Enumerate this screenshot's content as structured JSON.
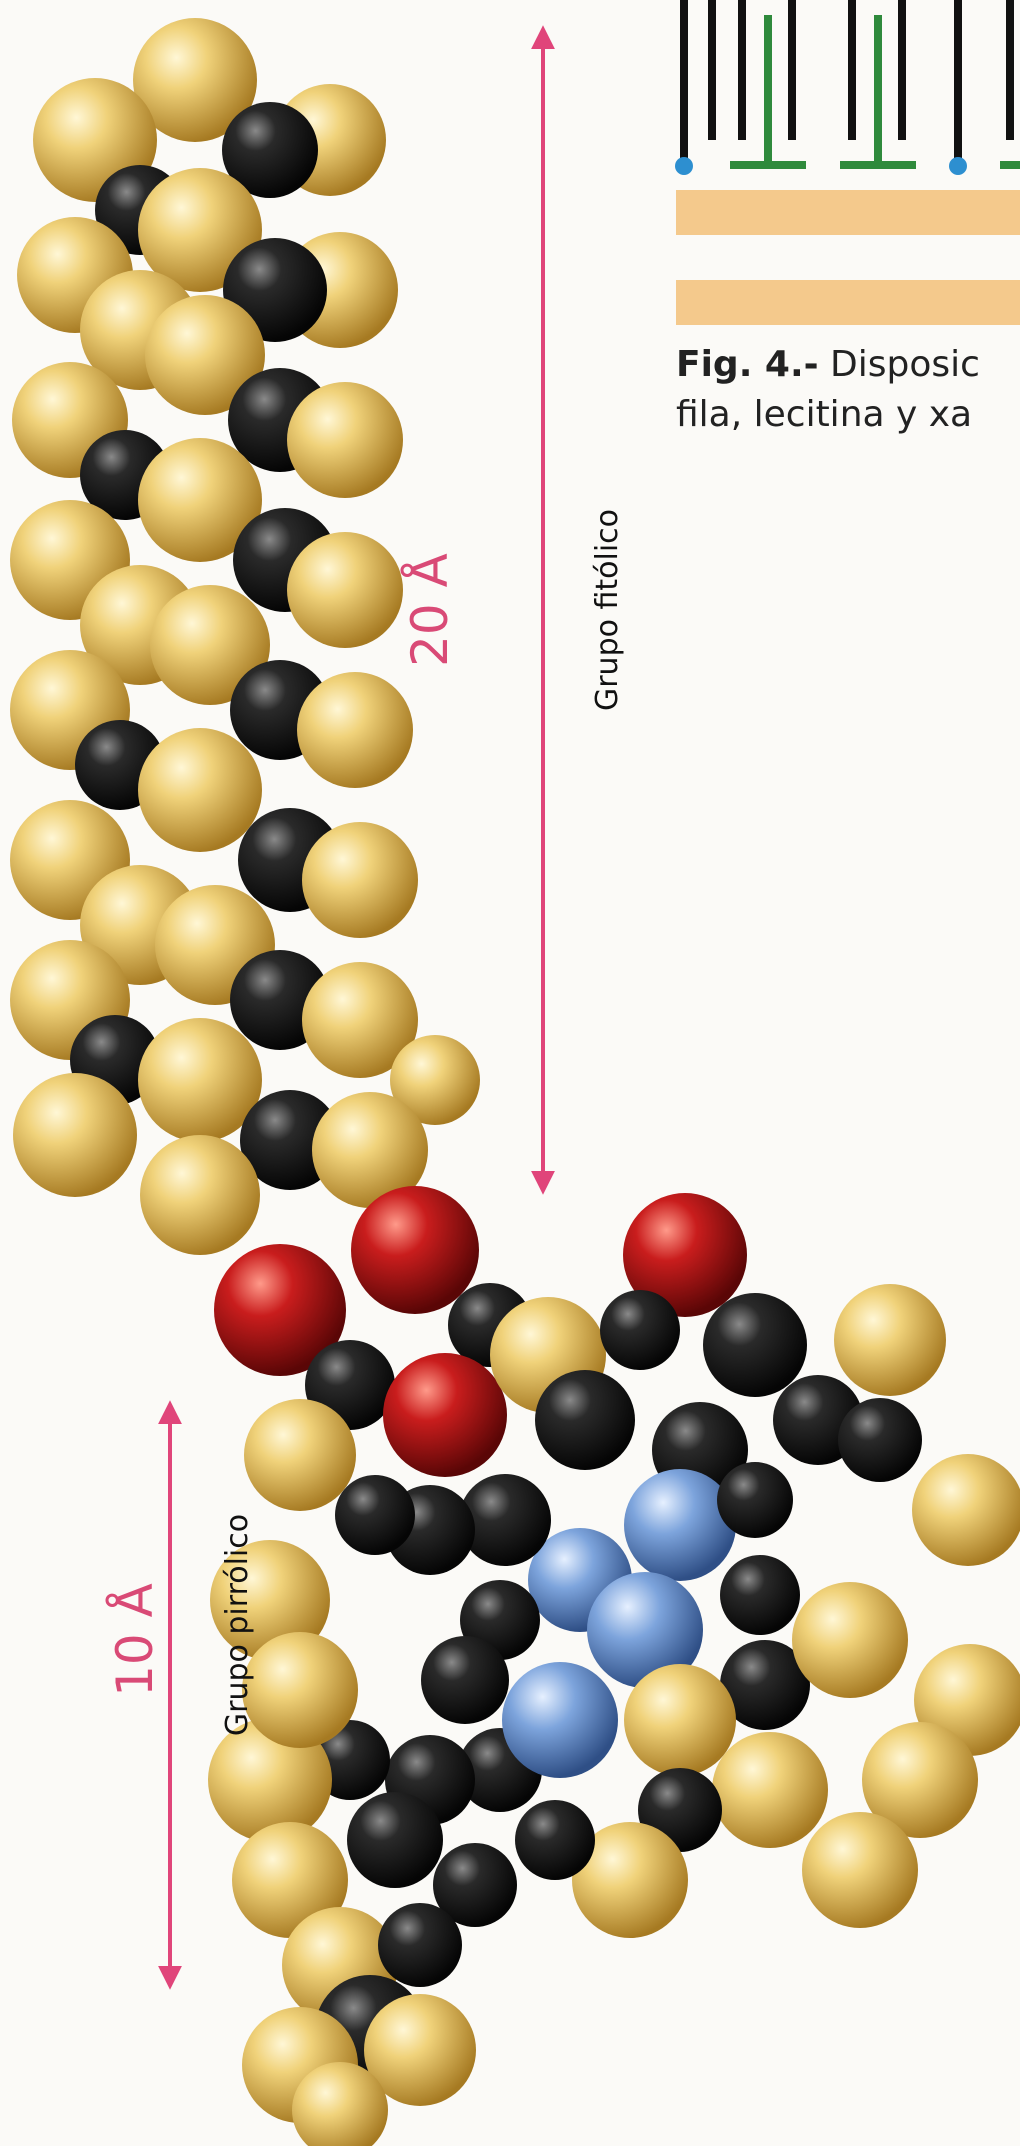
{
  "labels": {
    "dimension_20": "20 Å",
    "phytol_group": "Grupo fitólico",
    "dimension_10": "10 Å",
    "pyrrole_group": "Grupo pirrólico"
  },
  "caption": {
    "fig_number": "Fig. 4.-",
    "line1": " Disposic",
    "line2": "fila, lecitina y xa"
  },
  "colors": {
    "carbon": "#1a1a1a",
    "hydrogen": "#e2c063",
    "oxygen": "#b31212",
    "nitrogen": "#6f98d4",
    "dimension_arrow": "#e0457a",
    "membrane_band": "#f4c98c",
    "lipid_green": "#2f8a3c",
    "lipid_blue": "#2d8fd0"
  }
}
